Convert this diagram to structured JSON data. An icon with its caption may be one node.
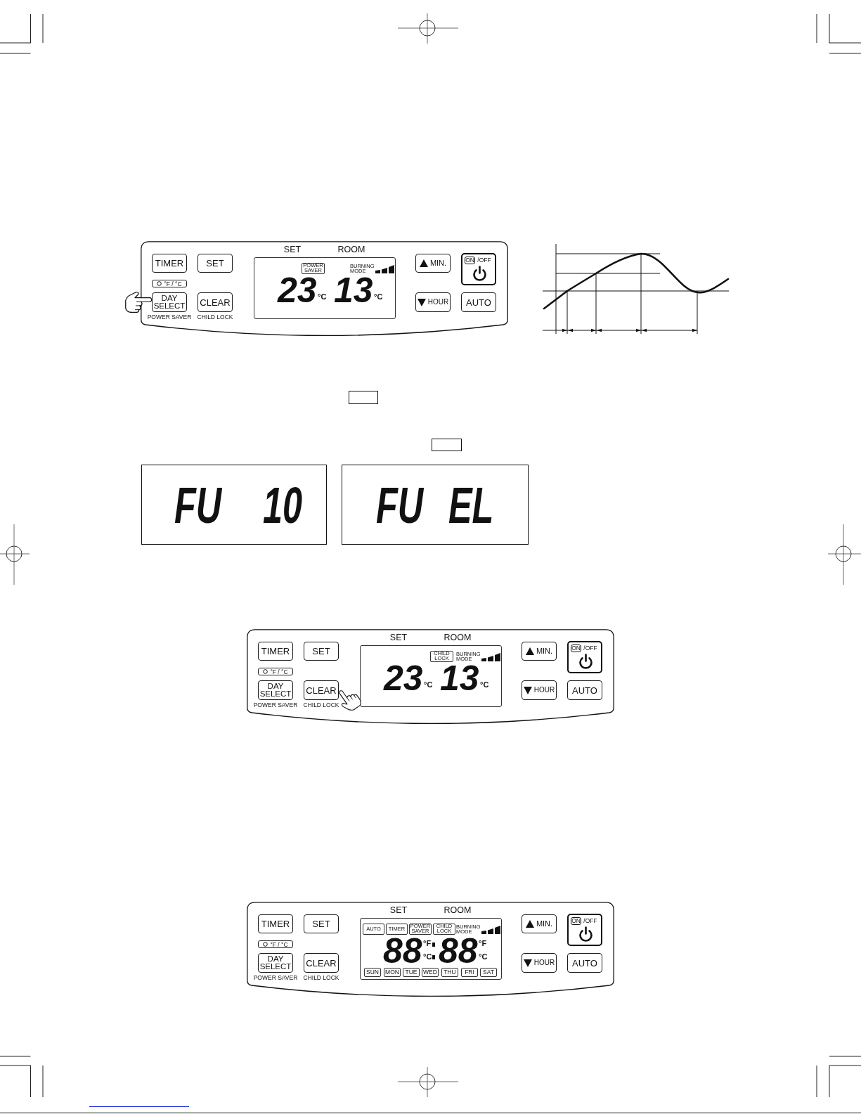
{
  "diagram": {
    "nodes": [
      {
        "text": [],
        "shape": "box"
      },
      {
        "text": [
          "TIMER"
        ],
        "in": 0
      },
      {
        "text": [
          "SET"
        ],
        "in": 0
      },
      {
        "text": [
          "°F / °C"
        ],
        "in": 0
      },
      {
        "text": [
          "DAY SELECT"
        ],
        "in": 0,
        "beside": [
          "POWER SAVER"
        ]
      },
      {
        "text": [
          "CLEAR"
        ],
        "in": 0,
        "beside": [
          "CHILD LOCK"
        ]
      },
      {
        "text": [
          "BURNING MODE",
          "23",
          "°C",
          "13",
          "°C"
        ],
        "in": 0,
        "beside": [
          "SET",
          "ROOM"
        ]
      },
      {
        "text": [
          "POWER SAVER"
        ],
        "in": 6
      },
      {
        "text": [
          "MIN."
        ],
        "in": 0
      },
      {
        "text": [
          "ON",
          "/OFF"
        ],
        "in": 0
      },
      {
        "text": [
          "HOUR"
        ],
        "in": 0
      },
      {
        "text": [
          "AUTO"
        ],
        "in": 0
      },
      {
        "text": [],
        "shape": "box"
      },
      {
        "text": [],
        "shape": "box"
      },
      {
        "text": [
          "FU",
          "10"
        ]
      },
      {
        "text": [
          "FU",
          "EL"
        ]
      },
      {
        "text": [],
        "shape": "box"
      },
      {
        "text": [
          "TIMER"
        ],
        "in": 16
      },
      {
        "text": [
          "SET"
        ],
        "in": 16
      },
      {
        "text": [
          "°F / °C"
        ],
        "in": 16
      },
      {
        "text": [
          "DAY SELECT"
        ],
        "in": 16,
        "beside": [
          "POWER SAVER"
        ]
      },
      {
        "text": [
          "CLEAR"
        ],
        "in": 16,
        "beside": [
          "CHILD LOCK"
        ]
      },
      {
        "text": [
          "BURNING MODE",
          "23",
          "°C",
          "13",
          "°C"
        ],
        "in": 16,
        "beside": [
          "SET",
          "ROOM"
        ]
      },
      {
        "text": [
          "CHILD LOCK"
        ],
        "in": 22
      },
      {
        "text": [
          "MIN."
        ],
        "in": 16
      },
      {
        "text": [
          "ON",
          "/OFF"
        ],
        "in": 16
      },
      {
        "text": [
          "HOUR"
        ],
        "in": 16
      },
      {
        "text": [
          "AUTO"
        ],
        "in": 16
      },
      {
        "text": [],
        "shape": "box"
      },
      {
        "text": [
          "TIMER"
        ],
        "in": 28
      },
      {
        "text": [
          "SET"
        ],
        "in": 28
      },
      {
        "text": [
          "°F / °C"
        ],
        "in": 28
      },
      {
        "text": [
          "DAY SELECT"
        ],
        "in": 28,
        "beside": [
          "POWER SAVER"
        ]
      },
      {
        "text": [
          "CLEAR"
        ],
        "in": 28,
        "beside": [
          "CHILD LOCK"
        ]
      },
      {
        "text": [
          "BURNING MODE",
          "88",
          "°F",
          "°C",
          "88",
          "°F",
          "°C"
        ],
        "in": 28,
        "beside": [
          "SET",
          "ROOM"
        ]
      },
      {
        "text": [
          "AUTO"
        ],
        "in": 34
      },
      {
        "text": [
          "TIMER"
        ],
        "in": 34
      },
      {
        "text": [
          "POWER SAVER"
        ],
        "in": 34
      },
      {
        "text": [
          "CHILD LOCK"
        ],
        "in": 34
      },
      {
        "text": [
          "SUN"
        ],
        "in": 34
      },
      {
        "text": [
          "MON"
        ],
        "in": 34
      },
      {
        "text": [
          "TUE"
        ],
        "in": 34
      },
      {
        "text": [
          "WED"
        ],
        "in": 34
      },
      {
        "text": [
          "THU"
        ],
        "in": 34
      },
      {
        "text": [
          "FRI"
        ],
        "in": 34
      },
      {
        "text": [
          "SAT"
        ],
        "in": 34
      },
      {
        "text": [
          "MIN."
        ],
        "in": 28
      },
      {
        "text": [
          "ON",
          "/OFF"
        ],
        "in": 28
      },
      {
        "text": [
          "HOUR"
        ],
        "in": 28
      },
      {
        "text": [
          "AUTO"
        ],
        "in": 28
      }
    ]
  }
}
